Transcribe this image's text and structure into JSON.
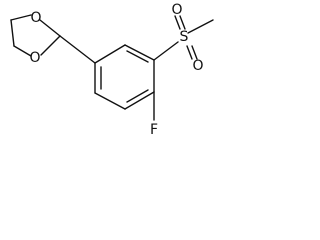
{
  "atoms": {
    "o_top": "O",
    "o_bottom": "O",
    "s": "S",
    "o_s_top": "O",
    "o_s_bottom": "O",
    "f": "F"
  }
}
